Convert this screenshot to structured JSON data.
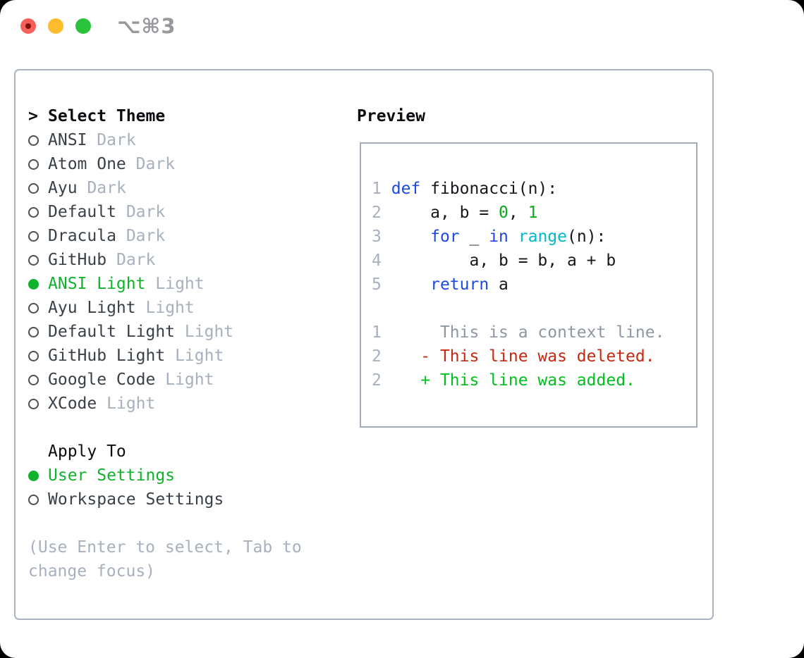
{
  "titlebar": {
    "shortcut": "⌥⌘3"
  },
  "theme_panel": {
    "header_marker": ">",
    "header": "Select Theme",
    "themes": [
      {
        "name": "ANSI",
        "variant": "Dark",
        "selected": false
      },
      {
        "name": "Atom One",
        "variant": "Dark",
        "selected": false
      },
      {
        "name": "Ayu",
        "variant": "Dark",
        "selected": false
      },
      {
        "name": "Default",
        "variant": "Dark",
        "selected": false
      },
      {
        "name": "Dracula",
        "variant": "Dark",
        "selected": false
      },
      {
        "name": "GitHub",
        "variant": "Dark",
        "selected": false
      },
      {
        "name": "ANSI Light",
        "variant": "Light",
        "selected": true
      },
      {
        "name": "Ayu Light",
        "variant": "Light",
        "selected": false
      },
      {
        "name": "Default Light",
        "variant": "Light",
        "selected": false
      },
      {
        "name": "GitHub Light",
        "variant": "Light",
        "selected": false
      },
      {
        "name": "Google Code",
        "variant": "Light",
        "selected": false
      },
      {
        "name": "XCode",
        "variant": "Light",
        "selected": false
      }
    ],
    "apply_to": {
      "header": "Apply To",
      "options": [
        {
          "name": "User Settings",
          "selected": true
        },
        {
          "name": "Workspace Settings",
          "selected": false
        }
      ]
    },
    "hint_lines": [
      "(Use Enter to select, Tab to",
      "change focus)"
    ]
  },
  "preview": {
    "header": "Preview",
    "code_lines": [
      {
        "gutter": "1",
        "segments": [
          [
            "plain",
            " "
          ],
          [
            "kw",
            "def"
          ],
          [
            "plain",
            " fibonacci(n):"
          ]
        ]
      },
      {
        "gutter": "2",
        "segments": [
          [
            "plain",
            "     a, b = "
          ],
          [
            "lit",
            "0"
          ],
          [
            "plain",
            ", "
          ],
          [
            "lit",
            "1"
          ]
        ]
      },
      {
        "gutter": "3",
        "segments": [
          [
            "plain",
            "     "
          ],
          [
            "kw",
            "for"
          ],
          [
            "plain",
            " _ "
          ],
          [
            "kw",
            "in"
          ],
          [
            "plain",
            " "
          ],
          [
            "fn",
            "range"
          ],
          [
            "plain",
            "(n):"
          ]
        ]
      },
      {
        "gutter": "4",
        "segments": [
          [
            "plain",
            "         a, b = b, a + b"
          ]
        ]
      },
      {
        "gutter": "5",
        "segments": [
          [
            "plain",
            "     "
          ],
          [
            "kw",
            "return"
          ],
          [
            "plain",
            " a"
          ]
        ]
      }
    ],
    "diff_lines": [
      {
        "gutter": "1",
        "segments": [
          [
            "ctx",
            "      This is a context line."
          ]
        ]
      },
      {
        "gutter": "2",
        "segments": [
          [
            "del",
            "    - This line was deleted."
          ]
        ]
      },
      {
        "gutter": "2",
        "segments": [
          [
            "add",
            "    + This line was added."
          ]
        ]
      }
    ]
  },
  "colors": {
    "accent": "#10b22c",
    "kw": "#1c49e4",
    "fn": "#00b9c9",
    "lit": "#0baa1e",
    "add": "#00bf1f",
    "del": "#c5290f",
    "ctx": "#8f97a1",
    "gut": "#a7b0bd",
    "muted": "#a7b0bd",
    "textdark": "#3a4048",
    "black": "#0b0d10"
  }
}
